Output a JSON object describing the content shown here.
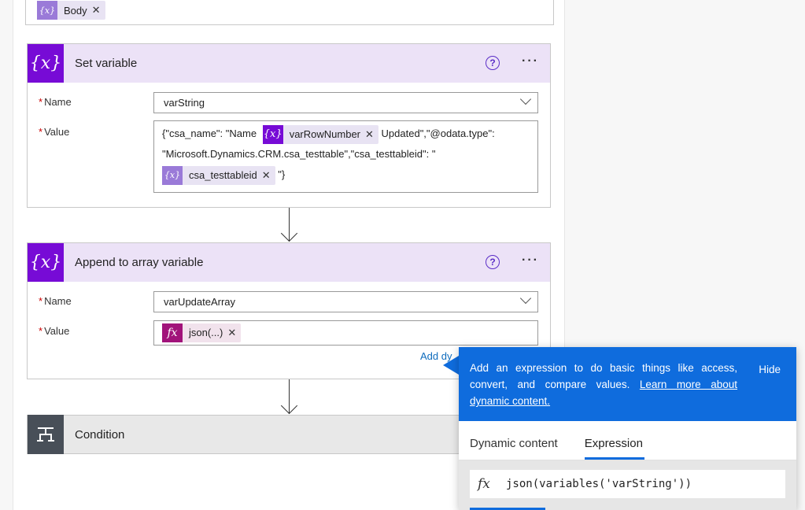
{
  "prev_card": {
    "token_label": "Body"
  },
  "set_variable": {
    "title": "Set variable",
    "name_label": "Name",
    "name_value": "varString",
    "value_label": "Value",
    "value_text_1": "{\"csa_name\": \"Name",
    "token_1": "varRowNumber",
    "value_text_2": "Updated\",\"@odata.type\":",
    "value_text_3": "\"Microsoft.Dynamics.CRM.csa_testtable\",\"csa_testtableid\": \"",
    "token_2": "csa_testtableid",
    "value_text_4": "\"}"
  },
  "append_variable": {
    "title": "Append to array variable",
    "name_label": "Name",
    "name_value": "varUpdateArray",
    "value_label": "Value",
    "token": "json(...)",
    "add_dynamic": "Add dy"
  },
  "condition": {
    "title": "Condition"
  },
  "expression_panel": {
    "description_1": "Add an expression to do basic things like access, convert, and compare values. ",
    "learn_more": "Learn more about dynamic content.",
    "hide": "Hide",
    "tabs": [
      "Dynamic content",
      "Expression"
    ],
    "expression": "json(variables('varString'))"
  },
  "colors": {
    "variable_purple": "#770bd6",
    "header_lavender": "#ece2f7",
    "expression_magenta": "#a1137a",
    "panel_blue": "#0f6cdd",
    "condition_gray": "#484f58"
  }
}
